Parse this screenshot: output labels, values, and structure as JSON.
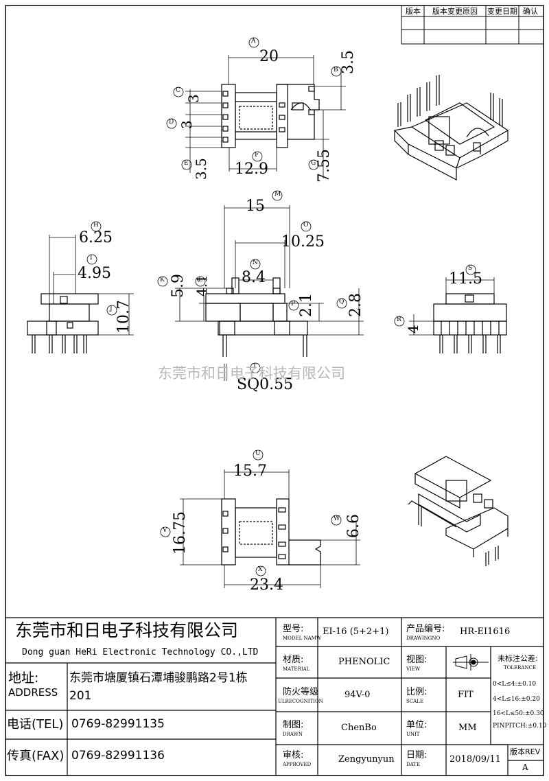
{
  "revision_table": {
    "headers": [
      "版本",
      "版本变更原因",
      "变更日期",
      "确认"
    ]
  },
  "dimensions": {
    "A": "20",
    "B": "3.5",
    "C": "3",
    "D": "3",
    "E": "3.5",
    "F": "12.9",
    "G": "7.55",
    "H": "6.25",
    "I": "4.95",
    "J": "10.7",
    "K": "5.9",
    "L": "4.1",
    "M": "15",
    "N": "8.4",
    "O": "10.25",
    "P": "2.1",
    "Q": "2.8",
    "T": "SQ0.55",
    "R": "4",
    "S": "11.5",
    "U": "15.7",
    "V": "16.75",
    "W": "6.6",
    "X": "23.4"
  },
  "watermark": "东莞市和日电子科技有限公司",
  "company": {
    "name_cn": "东莞市和日电子科技有限公司",
    "name_en": "Dong guan HeRi Electronic Technology CO.,LTD",
    "address_label": "地址:",
    "address_label_en": "ADDRESS",
    "address_line1": "东莞市塘厦镇石潭埔骏鹏路2号1栋",
    "address_line2": "201",
    "tel_label": "电话(TEL)",
    "tel": "0769-82991135",
    "fax_label": "传真(FAX)",
    "fax": "0769-82991136"
  },
  "title_block": {
    "model_label": "型号:",
    "model_label_en": "MODEL NAMW",
    "model": "EI-16 (5+2+1)",
    "drawing_no_label": "产品编号:",
    "drawing_no_label_en": "DRAWINGNO",
    "drawing_no": "HR-EI1616",
    "material_label": "材质:",
    "material_label_en": "MATERIAL",
    "material": "PHENOLIC",
    "view_label": "视图:",
    "view_label_en": "VIEW",
    "tolerance_label": "未标注公差:",
    "tolerance_label_en": "TOLERANCE",
    "tolerances": [
      "0<L≤4:±0.10",
      "4<L≤16:±0.20",
      "16<L≤50:±0.30",
      "PINPITCH:±0.10"
    ],
    "flame_label": "防火等级",
    "flame_label_en": "ULRECOGNITION",
    "flame": "94V-0",
    "scale_label": "比例:",
    "scale_label_en": "SCALE",
    "scale": "FIT",
    "drawn_label": "制图:",
    "drawn_label_en": "DRAWN",
    "drawn": "ChenBo",
    "unit_label": "单位:",
    "unit_label_en": "UNIT",
    "unit": "MM",
    "approved_label": "审核:",
    "approved_label_en": "APPROVED",
    "approved": "Zengyunyun",
    "date_label": "日期:",
    "date_label_en": "DATE",
    "date": "2018/09/11",
    "rev_label": "版本REV",
    "rev": "A"
  }
}
